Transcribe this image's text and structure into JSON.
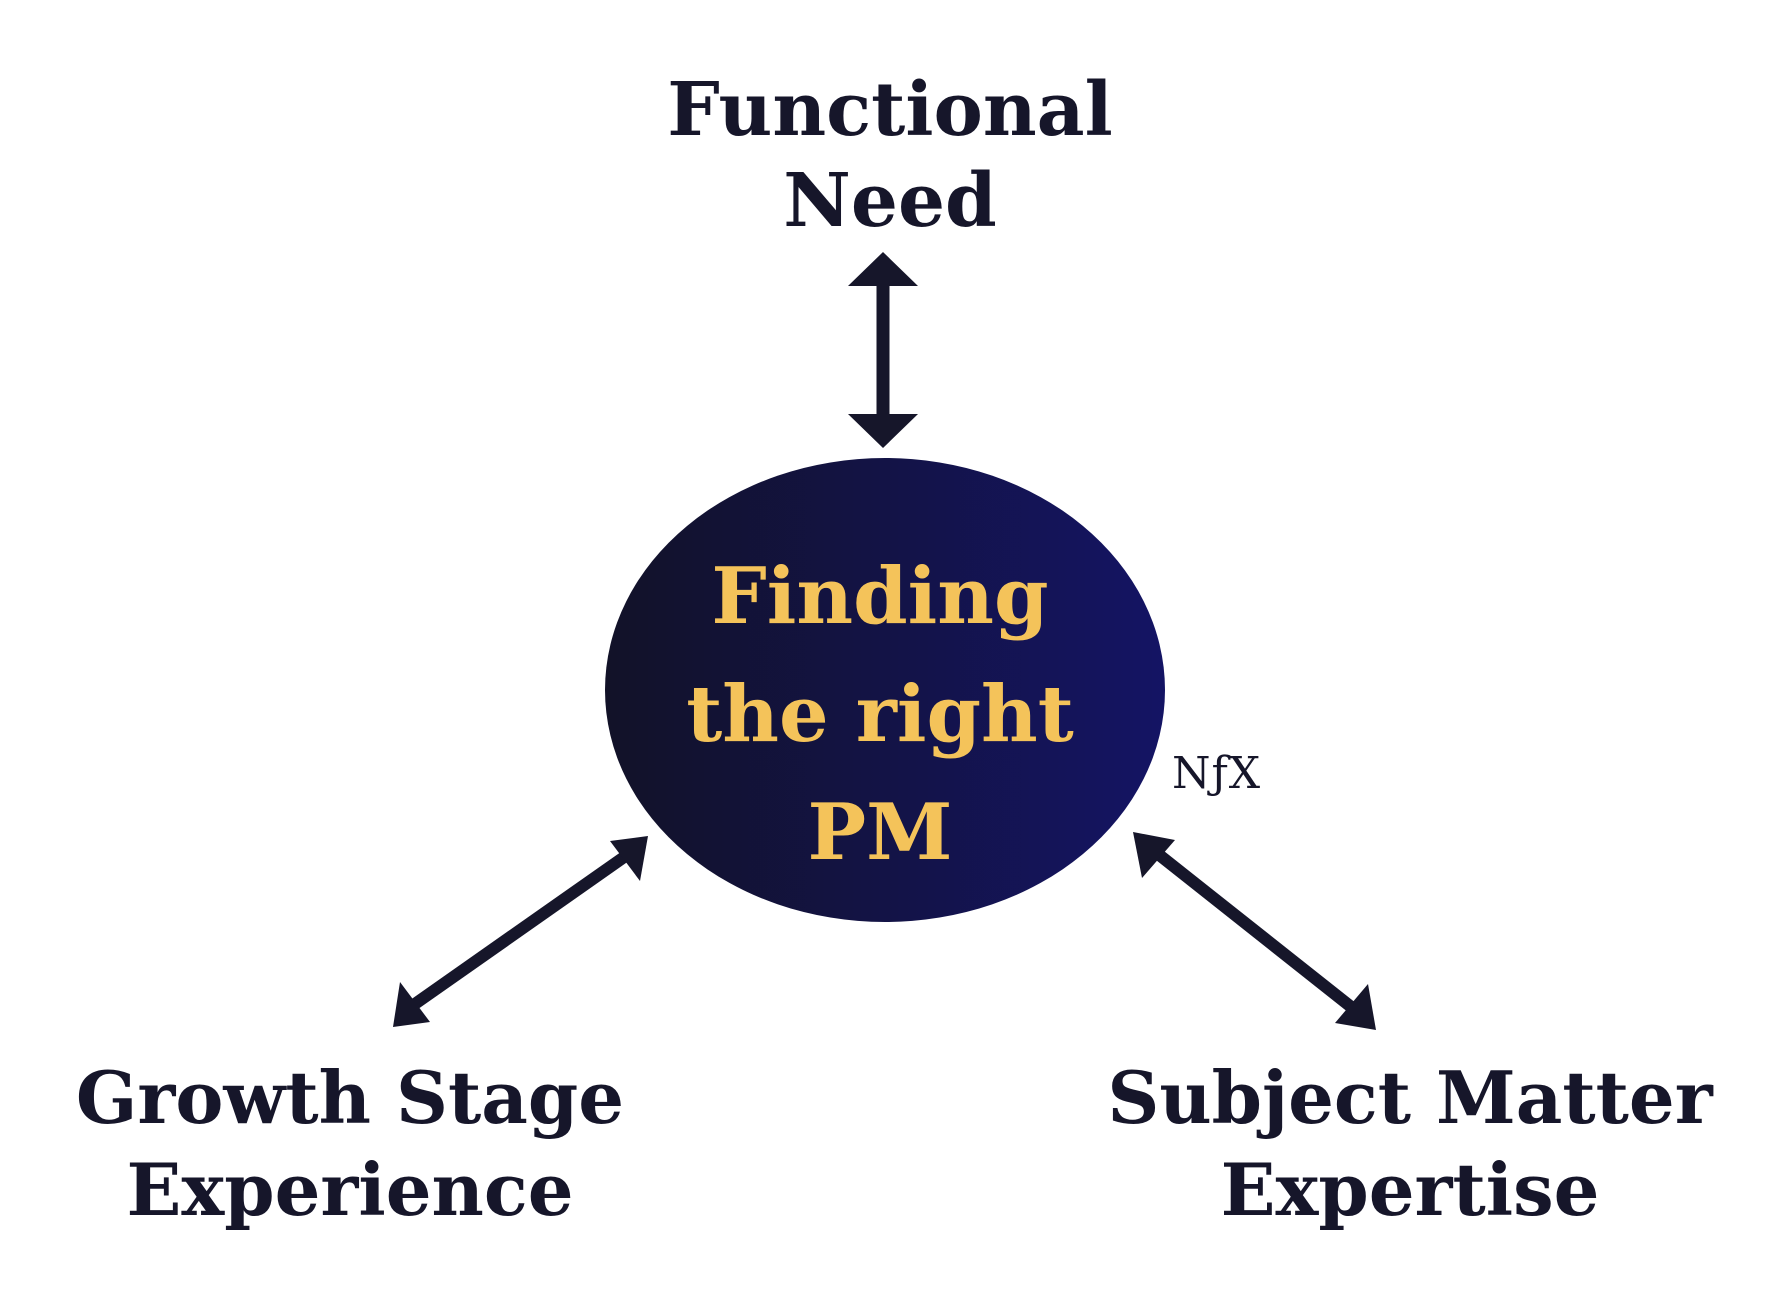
{
  "diagram": {
    "center": {
      "lines": [
        "Finding",
        "the right",
        "PM"
      ],
      "text_color": "#f4c35a",
      "gradient_start": "#121228",
      "gradient_end": "#141464"
    },
    "nodes": {
      "top": {
        "lines": [
          "Functional",
          "Need"
        ]
      },
      "bottom_left": {
        "lines": [
          "Growth Stage",
          "Experience"
        ]
      },
      "bottom_right": {
        "lines": [
          "Subject Matter",
          "Expertise"
        ]
      }
    },
    "arrow_color": "#16162a",
    "text_color": "#16162a",
    "brand_mark": "NƒX"
  }
}
